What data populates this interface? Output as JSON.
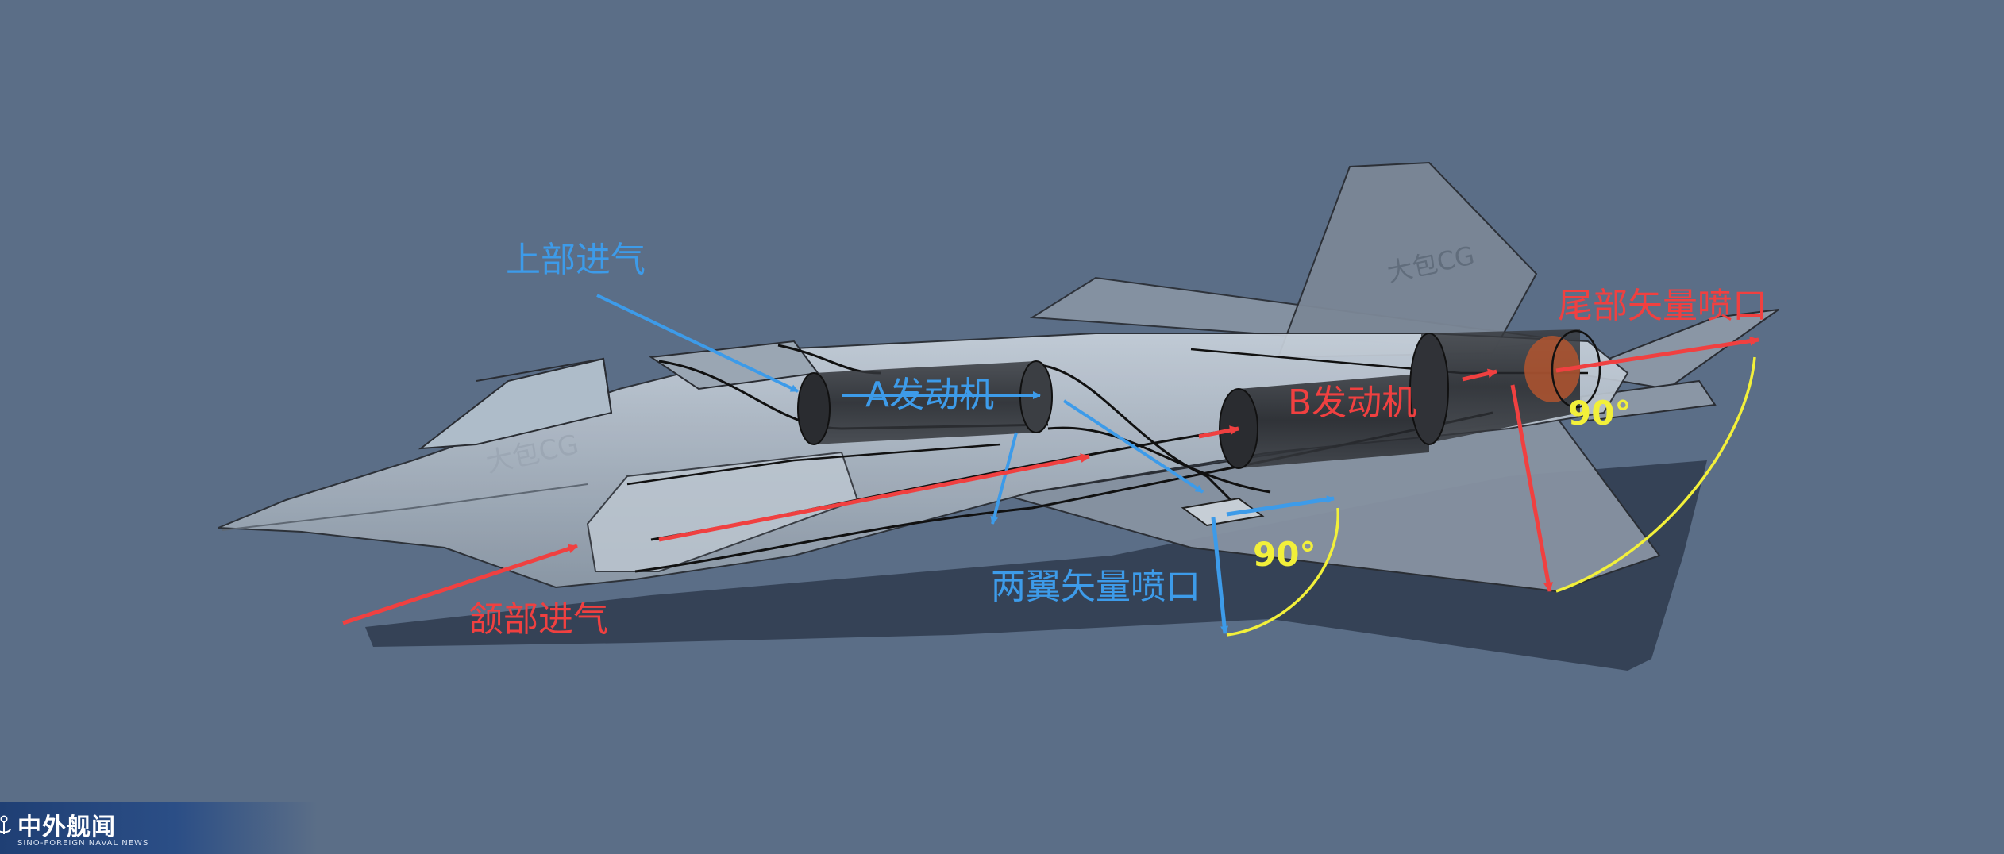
{
  "labels": {
    "top_intake": "上部进气",
    "engine_a": "A发动机",
    "engine_b": "B发动机",
    "tail_nozzle": "尾部矢量喷口",
    "wing_nozzle": "两翼矢量喷口",
    "chin_intake": "颔部进气",
    "angle_wing": "90°",
    "angle_tail": "90°"
  },
  "watermarks": [
    "大包CG",
    "大包CG"
  ],
  "logo": {
    "cn": "中外舰闻",
    "en": "SINO-FOREIGN NAVAL NEWS"
  },
  "colors": {
    "background": "#5b6e87",
    "blue_label": "#3d9be9",
    "red_label": "#f04040",
    "angle_arc": "#f2f03a",
    "shadow": "#2f3b4d"
  }
}
